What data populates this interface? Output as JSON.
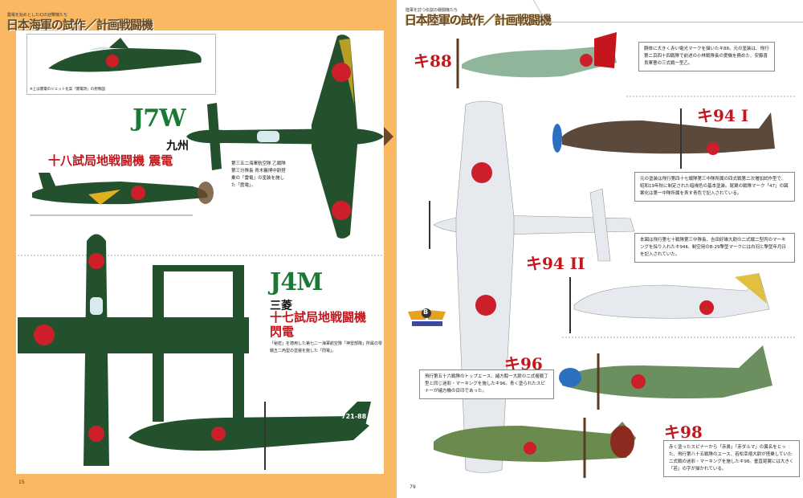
{
  "left_page": {
    "kicker": "震電を始めとした幻の迎撃機たち",
    "series_title": "日本海軍の試作／計画戦闘機",
    "inset_caption": "※上は震電のジェット化案「震電改」の想像図",
    "j7w": {
      "model": "J7W",
      "maker": "九州",
      "name": "十八試局地戦闘機 震電",
      "caption": "第三五二海軍航空隊 乙戦隊 第三分隊長 青木義博中尉搭乗の「雷電」の塗装を施した「震電」。"
    },
    "j4m": {
      "model": "J4M",
      "maker": "三菱",
      "name_line1": "十七試局地戦闘機",
      "name_line2": "閃電",
      "caption": "「秘密」を適用した第七二一海軍航空隊「神雷部隊」所属の零戦五二丙型の塗装を施した「閃電」。",
      "tail_code": "721-88"
    },
    "page_number": "15"
  },
  "right_page": {
    "kicker": "陸軍を討つ伝説の戦闘機たち",
    "series_title": "日本陸軍の試作／計画戦闘機",
    "aircraft": [
      {
        "label": "キ88",
        "note": "胴体に大きく赤い電光マークを描いたキ88。元の塗装は、飛行第二百四十四戦隊で前述の小林戦隊長の愛機を務めた、安藤喜良軍曹の三式戦一型乙。"
      },
      {
        "label": "キ94 I",
        "note": "元の塗装は飛行第四十七戦隊第三中隊所属の四式戦第二次増加試作型で、昭和19年秋に制定された暗褐色の基本塗装。尾翼の戦隊マーク「47」の図案化は第一中隊所属を表す青色で記入されている。"
      },
      {
        "label": "キ94 II",
        "note": "本図は飛行第七十戦隊第三中隊長、吉田好雄大尉の二式戦二型丙のマーキングを採り入れたキ94Ⅱ。制空用のB-29撃墜マークには白羽と撃墜年月日を記入されていた。"
      },
      {
        "label": "キ96",
        "note": "飛行第五十六戦隊のトップエース、緒方醇一大尉の二式複戦丁型と同じ迷彩・マーキングを施したキ96。青く塗られたスピナーが緒方機の目印であった。"
      },
      {
        "label": "キ98",
        "note": "赤く塗ったスピナーから「赤鼻」「赤ダルマ」の異名をとった、飛行第八十五戦隊のエース、若松幸禧大尉が搭乗していた二式戦の迷彩・マーキングを施したキ98。垂直尾翼には大きく「若」の字が描かれている。"
      }
    ],
    "badge_letter": "B",
    "page_number": "79"
  },
  "colors": {
    "page_orange": "#fbb862",
    "navy_green": "#24512d",
    "army_red": "#c4161c",
    "hinomaru": "#cc1f2a",
    "title_green": "#1a7a35"
  }
}
